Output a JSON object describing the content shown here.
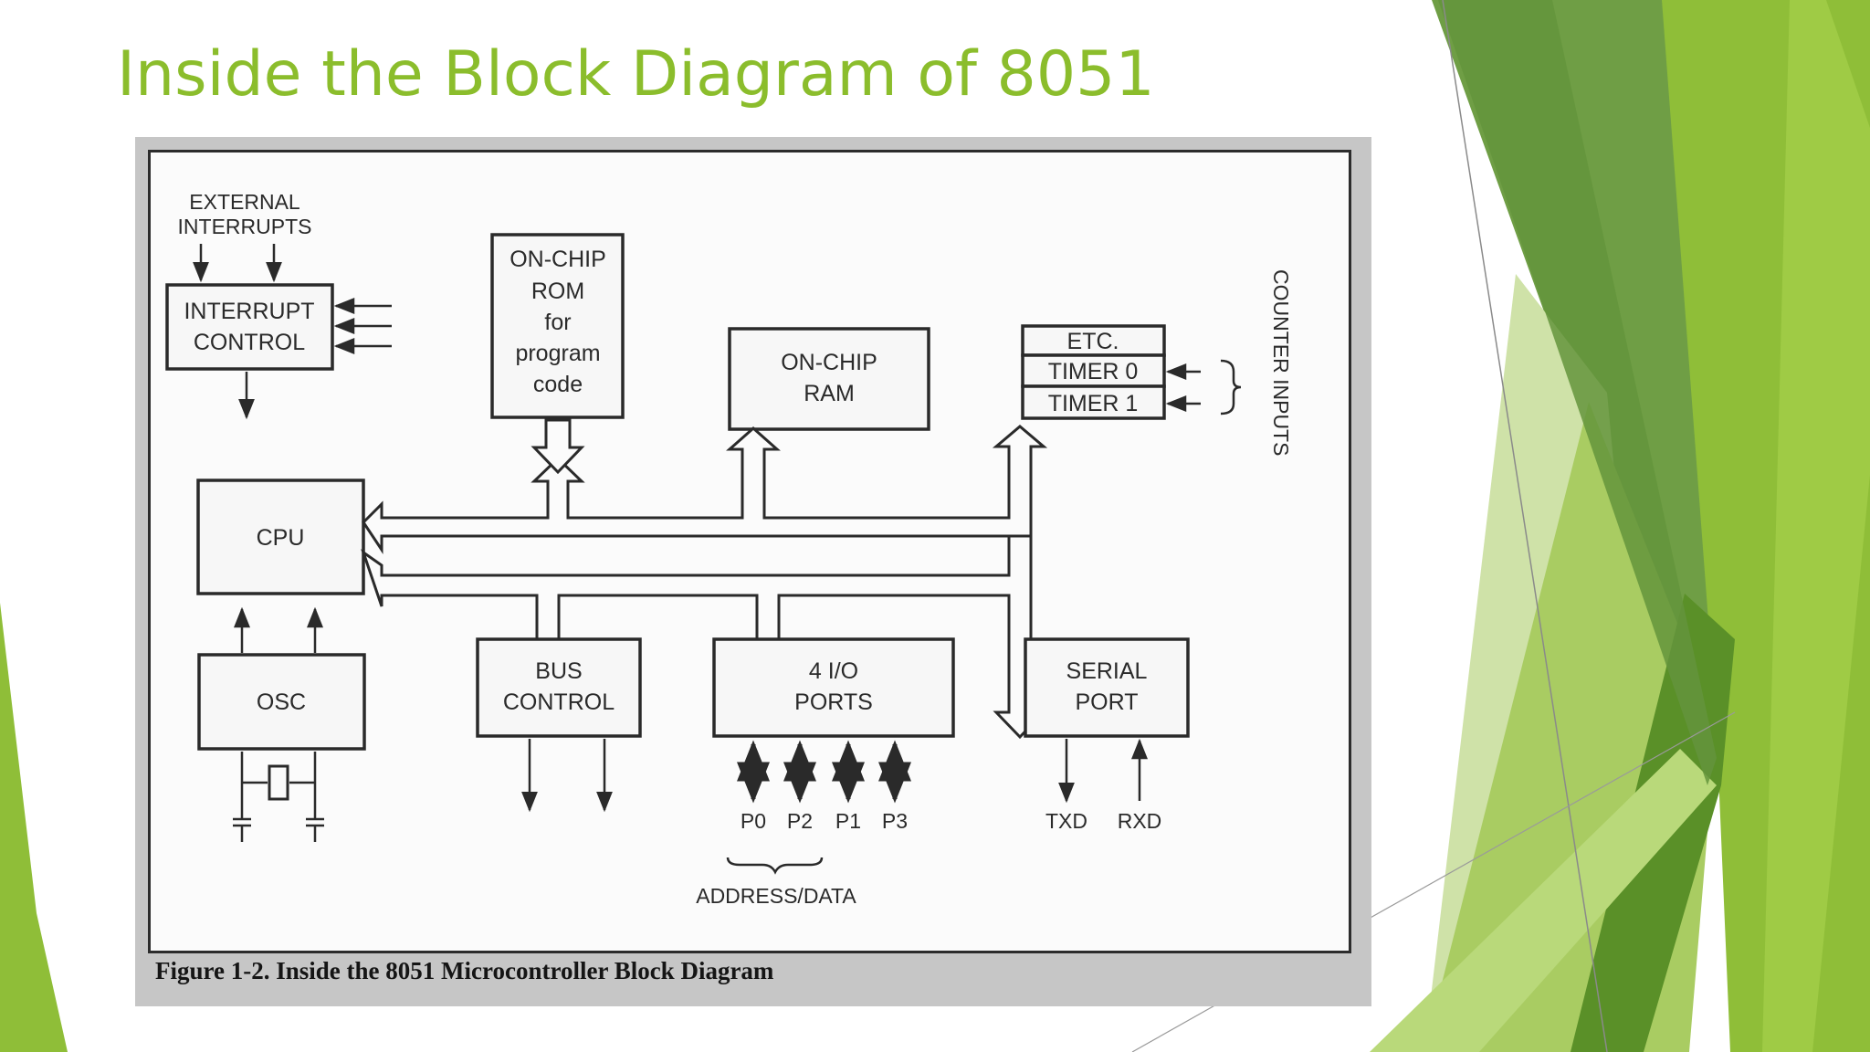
{
  "slide": {
    "title": "Inside the Block Diagram of 8051",
    "accent_color": "#8bbd2c"
  },
  "figure": {
    "caption": "Figure 1-2. Inside the 8051 Microcontroller Block Diagram",
    "labels": {
      "external_interrupts_1": "EXTERNAL",
      "external_interrupts_2": "INTERRUPTS",
      "interrupt_control_1": "INTERRUPT",
      "interrupt_control_2": "CONTROL",
      "rom_1": "ON-CHIP",
      "rom_2": "ROM",
      "rom_3": "for",
      "rom_4": "program",
      "rom_5": "code",
      "ram_1": "ON-CHIP",
      "ram_2": "RAM",
      "etc": "ETC.",
      "timer0": "TIMER 0",
      "timer1": "TIMER 1",
      "counter_inputs": "COUNTER INPUTS",
      "cpu": "CPU",
      "osc": "OSC",
      "bus_control_1": "BUS",
      "bus_control_2": "CONTROL",
      "io_ports_1": "4 I/O",
      "io_ports_2": "PORTS",
      "serial_port_1": "SERIAL",
      "serial_port_2": "PORT",
      "p0": "P0",
      "p2": "P2",
      "p1": "P1",
      "p3": "P3",
      "txd": "TXD",
      "rxd": "RXD",
      "address_data": "ADDRESS/DATA"
    }
  }
}
